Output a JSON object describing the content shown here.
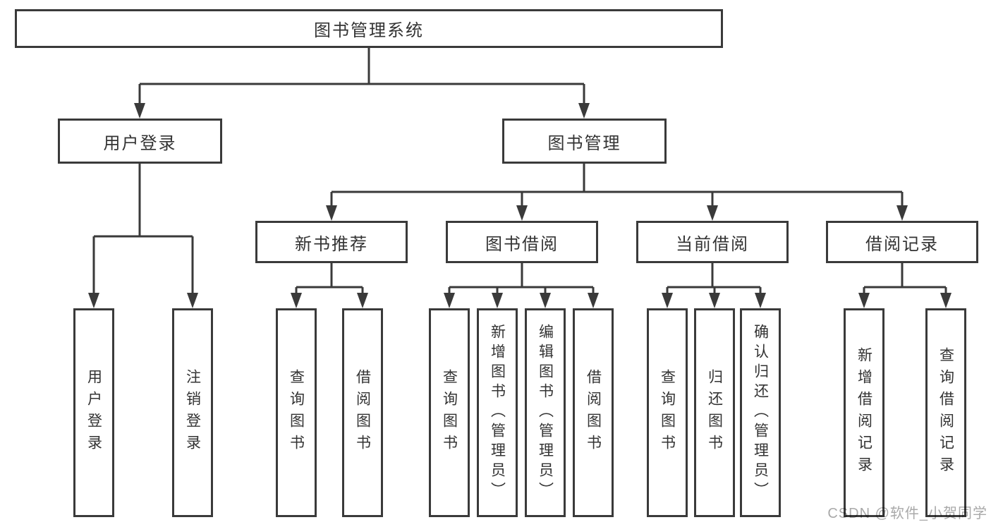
{
  "nodes": {
    "root": "图书管理系统",
    "userLogin": "用户登录",
    "bookManagement": "图书管理",
    "newBookRecommend": "新书推荐",
    "bookBorrowing": "图书借阅",
    "currentBorrowing": "当前借阅",
    "borrowingRecords": "借阅记录"
  },
  "leaves": {
    "userLogin": [
      "用户登录",
      "注销登录"
    ],
    "newBookRecommend": [
      "查询图书",
      "借阅图书"
    ],
    "bookBorrowing": [
      "查询图书",
      "新增图书（管理员）",
      "编辑图书（管理员）",
      "借阅图书"
    ],
    "currentBorrowing": [
      "查询图书",
      "归还图书",
      "确认归还（管理员）"
    ],
    "borrowingRecords": [
      "新增借阅记录",
      "查询借阅记录"
    ]
  },
  "watermark": {
    "text": "CSDN @软件_小贺同学"
  },
  "colors": {
    "line": "#3a3a3a",
    "text": "#333333",
    "watermark": "#a9a9a9",
    "background": "#ffffff"
  }
}
